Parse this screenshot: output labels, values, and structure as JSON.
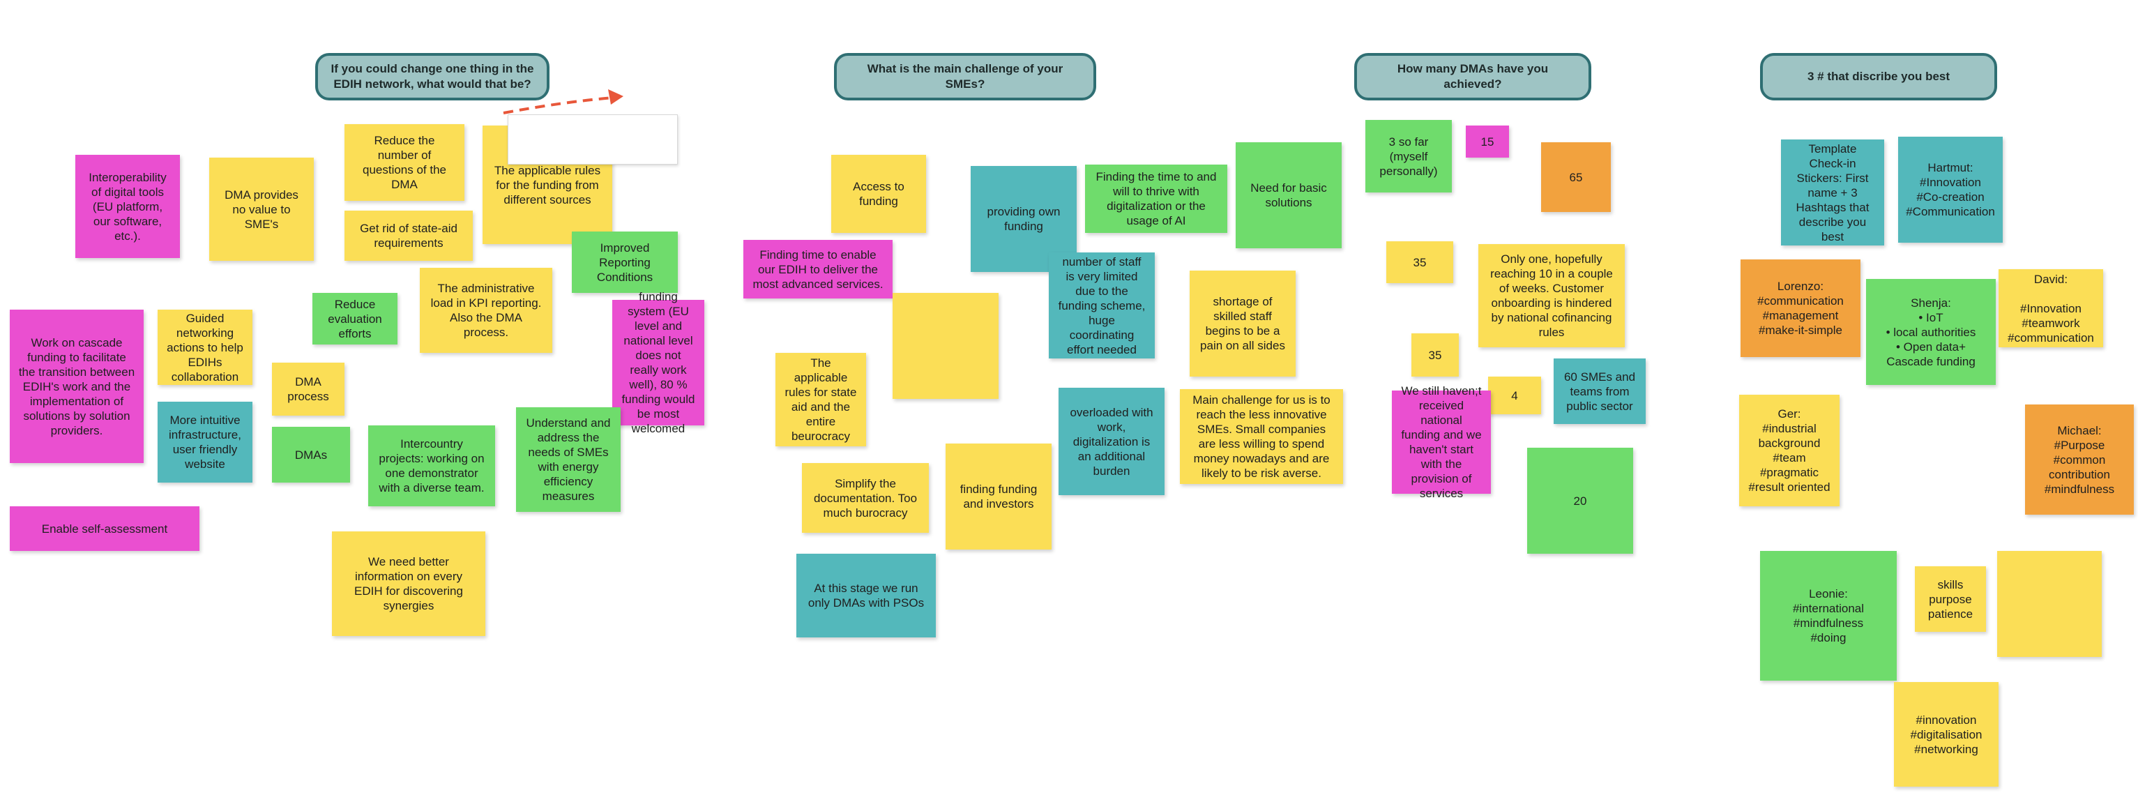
{
  "headers": {
    "q1": "If you could change one thing in the EDIH network, what would that be?",
    "q2": "What is the main challenge of your SMEs?",
    "q3": "How many DMAs have you achieved?",
    "q4": "3 # that discribe you best"
  },
  "notes": {
    "n1": "Interoperability of digital tools (EU platform, our software, etc.).",
    "n2": "DMA provides no value to SME's",
    "n3": "Reduce the number of questions of the DMA",
    "n4": "Get rid of state-aid requirements",
    "n5": "The applicable rules for the funding from different sources",
    "n6": "Improved Reporting Conditions",
    "n7": "Reduce evaluation efforts",
    "n8": "The administrative load in KPI reporting. Also the DMA process.",
    "n9": "funding system (EU level and national level does not really work well), 80 % funding would be most welcomed",
    "n10": "Work on cascade funding to facilitate the transition between EDIH's work and the implementation of solutions by solution providers.",
    "n11": "Guided networking actions to help EDIHs collaboration",
    "n12": "DMA process",
    "n13": "More intuitive infrastructure, user friendly website",
    "n14": "DMAs",
    "n15": "Intercountry projects: working on one demonstrator with a diverse team.",
    "n16": "Understand and address the needs of SMEs with energy efficiency measures",
    "n17": "Enable self-assessment",
    "n18": "We need better information on every EDIH for  discovering synergies",
    "n19": "Access to funding",
    "n20": "providing own funding",
    "n21": "Finding the time to and will to thrive with digitalization or the usage of AI",
    "n22": "Need for basic solutions",
    "n23": "Finding time to enable our EDIH to deliver the most advanced services.",
    "n24": "number of staff is very limited due to the funding scheme, huge coordinating effort needed",
    "n25": "shortage of skilled staff begins to be a pain on all sides",
    "n26": "The applicable rules for state aid and the entire beurocracy",
    "n27": "overloaded with work, digitalization is an additional burden",
    "n28": "Main challenge for us is to reach the less innovative SMEs. Small companies are less willing to spend money nowadays and are likely to be risk averse.",
    "n29": "Simplify the documentation. Too much burocracy",
    "n30": "finding funding and investors",
    "n31": "At this stage we run only DMAs with PSOs",
    "n32": "3 so far (myself personally)",
    "n33": "15",
    "n34": "65",
    "n35": "35",
    "n36": "Only one, hopefully reaching 10 in a couple of weeks. Customer onboarding is hindered by national cofinancing rules",
    "n37": "35",
    "n38": "4",
    "n39": "60 SMEs and teams from public sector",
    "n40": "We still haven;t received national funding and we haven't start with the provision of services",
    "n41": "20",
    "n42": "Template Check-in Stickers: First name + 3 Hashtags that describe you best",
    "n43": "Hartmut:\n#Innovation\n#Co-creation\n#Communication",
    "n44": "Lorenzo:\n#communication\n#management\n#make-it-simple",
    "n45": "Shenja:\n• IoT\n• local authorities\n• Open data+ Cascade funding",
    "n46": "David:\n\n#Innovation\n#teamwork\n#communication",
    "n47": "Ger:\n#industrial background\n#team\n#pragmatic\n#result oriented",
    "n48": "Michael:\n#Purpose\n#common contribution\n#mindfulness",
    "n49": "Leonie:\n#international\n#mindfulness\n#doing",
    "n50": "skills\npurpose\npatience",
    "n51": "#innovation\n#digitalisation\n#networking"
  },
  "colors": {
    "yellow": "#fbde56",
    "green": "#6fdc6c",
    "pink": "#ea4fd0",
    "teal": "#53b8bb",
    "orange": "#f2a23e",
    "header_fill": "#9ec4c4",
    "header_border": "#2f6f73",
    "arrow": "#e8573a"
  }
}
